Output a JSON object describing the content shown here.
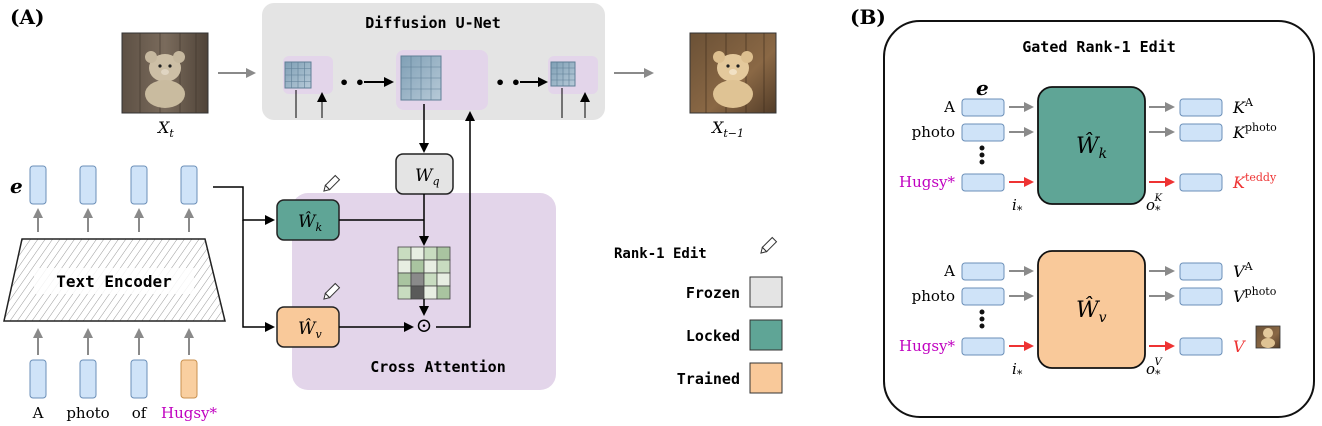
{
  "panel_a": {
    "label": "(A)",
    "unet_title": "Diffusion U-Net",
    "xt_label": "X",
    "xt_sub": "t",
    "xt1_label": "X",
    "xt1_sub": "t−1",
    "wq_label": "W",
    "wq_sub": "q",
    "wk_label": "Ŵ",
    "wk_sub": "k",
    "wv_label": "Ŵ",
    "wv_sub": "v",
    "e_label": "e",
    "text_encoder_label": "Text Encoder",
    "cross_attention_label": "Cross Attention",
    "tokens": [
      {
        "text": "A",
        "color": "#000000",
        "fill": "#cfe3f8"
      },
      {
        "text": "photo",
        "color": "#000000",
        "fill": "#cfe3f8"
      },
      {
        "text": "of",
        "color": "#000000",
        "fill": "#cfe3f8"
      },
      {
        "text": "Hugsy*",
        "color": "#c000c0",
        "fill": "#f9cfa0"
      }
    ],
    "dots": "• •",
    "odot": "⊙"
  },
  "legend": {
    "rank1_label": "Rank-1 Edit",
    "items": [
      {
        "label": "Frozen",
        "color": "#e4e4e4"
      },
      {
        "label": "Locked",
        "color": "#5fa596"
      },
      {
        "label": "Trained",
        "color": "#f9c99a"
      }
    ]
  },
  "panel_b": {
    "label": "(B)",
    "title": "Gated Rank-1 Edit",
    "e_label": "e",
    "top": {
      "box_label": "Ŵ",
      "box_sub": "k",
      "inputs": [
        "A",
        "photo",
        "Hugsy*"
      ],
      "outputs": [
        {
          "base": "K",
          "sup": "A"
        },
        {
          "base": "K",
          "sup": "photo"
        },
        {
          "base": "K",
          "sup": "teddy"
        }
      ],
      "i_label": "i",
      "i_sub": "*",
      "o_label": "o",
      "o_sub": "*",
      "o_sup": "K"
    },
    "bottom": {
      "box_label": "Ŵ",
      "box_sub": "v",
      "inputs": [
        "A",
        "photo",
        "Hugsy*"
      ],
      "outputs": [
        {
          "base": "V",
          "sup": "A"
        },
        {
          "base": "V",
          "sup": "photo"
        },
        {
          "base": "V",
          "sup": ""
        }
      ],
      "i_label": "i",
      "i_sub": "*",
      "o_label": "o",
      "o_sub": "*",
      "o_sup": "V"
    }
  },
  "colors": {
    "frozen": "#e4e4e4",
    "locked": "#5fa596",
    "trained": "#f9c99a",
    "token_blue": "#cfe3f8",
    "token_border": "#6b8fb8",
    "purple_region": "#e3d5ea",
    "hugsy": "#c000c0",
    "red_arrow": "#ee3333"
  }
}
